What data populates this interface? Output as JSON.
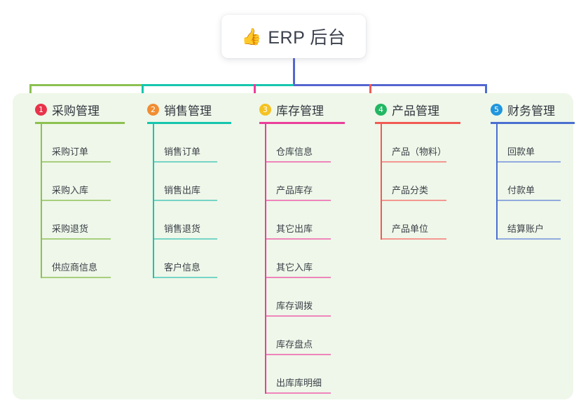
{
  "root": {
    "icon": "thumbs-up-icon",
    "icon_glyph": "👍",
    "title": "ERP 后台"
  },
  "palette": {
    "panel_bg": "#eef7e9",
    "card_bg": "#ffffff",
    "text": "#31363f",
    "root_stem": "#5566cf",
    "bus_left": "#16c6ae",
    "bus_right": "#5566cf"
  },
  "columns": [
    {
      "number": "1",
      "title": "采购管理",
      "badge_color": "#e8334a",
      "line_color": "#8cc152",
      "leaf_color": "#a8cf7e",
      "items": [
        "采购订单",
        "采购入库",
        "采购退货",
        "供应商信息"
      ]
    },
    {
      "number": "2",
      "title": "销售管理",
      "badge_color": "#f18d32",
      "line_color": "#16c6ae",
      "leaf_color": "#76d4c6",
      "items": [
        "销售订单",
        "销售出库",
        "销售退货",
        "客户信息"
      ]
    },
    {
      "number": "3",
      "title": "库存管理",
      "badge_color": "#f4c223",
      "line_color": "#ea3f9a",
      "leaf_color": "#ef85bb",
      "items": [
        "仓库信息",
        "产品库存",
        "其它出库",
        "其它入库",
        "库存调拨",
        "库存盘点",
        "出库库明细"
      ]
    },
    {
      "number": "4",
      "title": "产品管理",
      "badge_color": "#22b763",
      "line_color": "#f15b55",
      "leaf_color": "#f49790",
      "items": [
        "产品（物料）",
        "产品分类",
        "产品单位"
      ]
    },
    {
      "number": "5",
      "title": "财务管理",
      "badge_color": "#2196dd",
      "line_color": "#4a6fd0",
      "leaf_color": "#92aade",
      "items": [
        "回款单",
        "付款单",
        "结算账户"
      ]
    }
  ]
}
